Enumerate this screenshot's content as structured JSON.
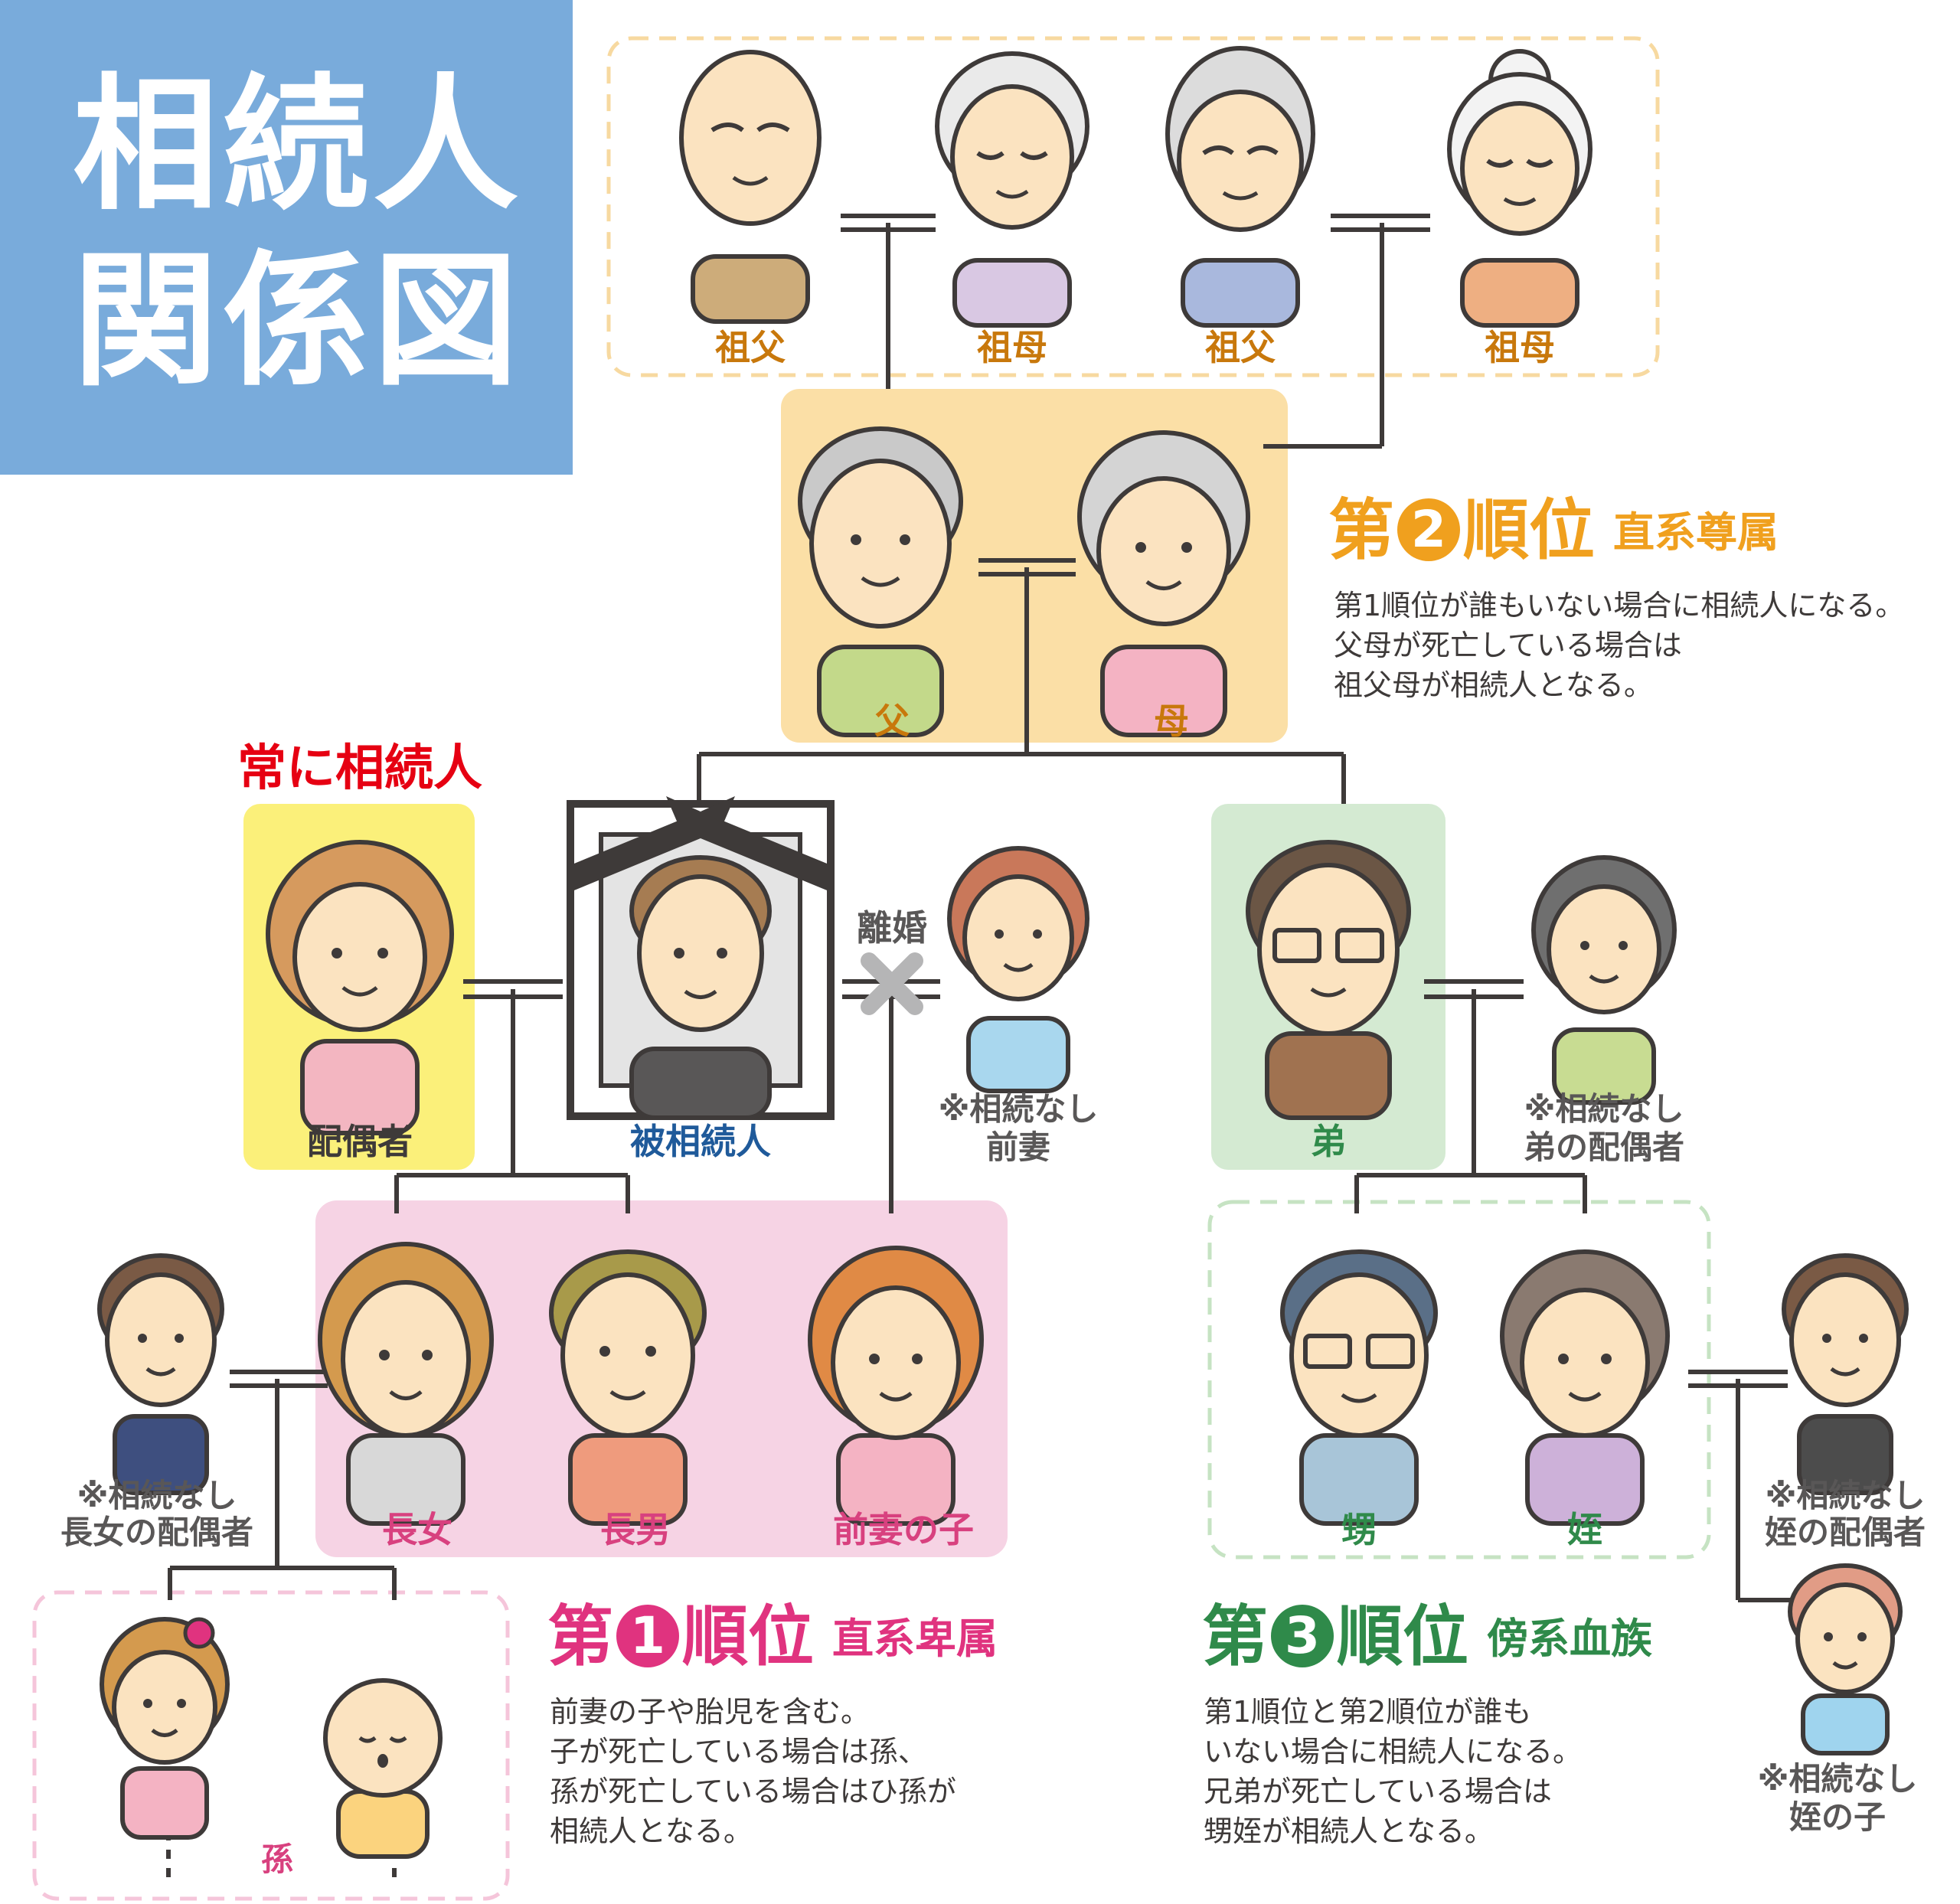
{
  "title": {
    "line1": "相続人",
    "line2": "関係図"
  },
  "labels": {
    "grandfather_paternal": "祖父",
    "grandmother_paternal": "祖母",
    "grandfather_maternal": "祖父",
    "grandmother_maternal": "祖母",
    "father": "父",
    "mother": "母",
    "always_heir": "常に相続人",
    "spouse": "配偶者",
    "deceased": "被相続人",
    "divorce": "離婚",
    "former_wife_note": "※相続なし",
    "former_wife": "前妻",
    "brother": "弟",
    "brother_spouse_note": "※相続なし",
    "brother_spouse": "弟の配偶者",
    "eldest_daughter_spouse_note": "※相続なし",
    "eldest_daughter_spouse": "長女の配偶者",
    "eldest_daughter": "長女",
    "eldest_son": "長男",
    "former_wife_child": "前妻の子",
    "nephew": "甥",
    "niece": "姪",
    "niece_spouse_note": "※相続なし",
    "niece_spouse": "姪の配偶者",
    "niece_child_note": "※相続なし",
    "niece_child": "姪の子",
    "grandchild": "孫"
  },
  "rank2": {
    "prefix": "第",
    "number": "2",
    "suffix": "順位",
    "category": "直系尊属",
    "desc": [
      "第1順位が誰もいない場合に相続人になる。",
      "父母が死亡している場合は",
      "祖父母が相続人となる。"
    ]
  },
  "rank1": {
    "prefix": "第",
    "number": "1",
    "suffix": "順位",
    "category": "直系卑属",
    "desc": [
      "前妻の子や胎児を含む。",
      "子が死亡している場合は孫、",
      "孫が死亡している場合はひ孫が",
      "相続人となる。"
    ]
  },
  "rank3": {
    "prefix": "第",
    "number": "3",
    "suffix": "順位",
    "category": "傍系血族",
    "desc": [
      "第1順位と第2順位が誰も",
      "いない場合に相続人になる。",
      "兄弟が死亡している場合は",
      "甥姪が相続人となる。"
    ]
  },
  "colors": {
    "title_bg": "#79abdb",
    "rank1": "#e0337f",
    "rank2": "#f0a01e",
    "rank3": "#2f8a4a",
    "always_heir": "#e60012",
    "spouse_box": "#fbf07a",
    "parents_box": "#fbdfa6",
    "children_box": "#f6d3e4",
    "brother_box": "#d4ead2",
    "line": "#3e3a39"
  }
}
